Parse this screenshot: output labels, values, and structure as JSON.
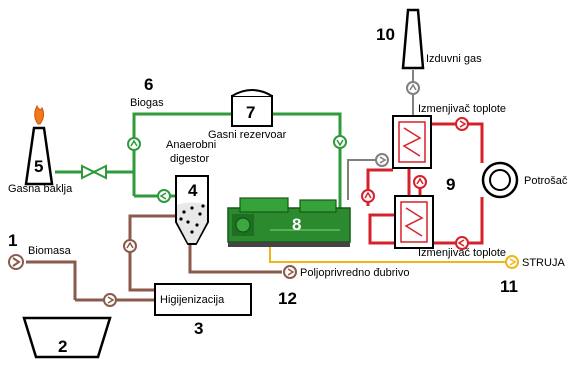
{
  "colors": {
    "biogas_line": "#2f9a3a",
    "heat_line": "#d7212a",
    "digestate_line": "#8a5a4b",
    "electricity_line": "#f2b417",
    "exhaust_line": "#808080",
    "generator_body": "#2c8a2e",
    "flame": "#f07a1a"
  },
  "icons": {
    "pump": "circle-with-chevron",
    "valve": "bowtie-valve",
    "flare": "flare-stack-with-flame",
    "chimney": "tall-chimney",
    "generator": "chp-engine",
    "heat_exchanger": "coil-heat-exchanger",
    "consumer": "double-circle"
  },
  "components": [
    {
      "id": "biomass",
      "number": "1",
      "label": "Biomasa"
    },
    {
      "id": "hopper",
      "number": "2",
      "label": ""
    },
    {
      "id": "hygienization",
      "number": "3",
      "label": "Higijenizacija"
    },
    {
      "id": "digester",
      "number": "4",
      "label": "Anaerobni digestor"
    },
    {
      "id": "flare",
      "number": "5",
      "label": "Gasna baklja"
    },
    {
      "id": "biogas",
      "number": "6",
      "label": "Biogas"
    },
    {
      "id": "gas_holder",
      "number": "7",
      "label": "Gasni rezervoar"
    },
    {
      "id": "chp",
      "number": "8",
      "label": ""
    },
    {
      "id": "heat_exchangers",
      "number": "9",
      "label": "Izmenjivač toplote"
    },
    {
      "id": "exhaust",
      "number": "10",
      "label": "Izduvni gas"
    },
    {
      "id": "electricity",
      "number": "11",
      "label": "STRUJA"
    },
    {
      "id": "fertilizer",
      "number": "12",
      "label": "Poljoprivredno đubrivo"
    }
  ],
  "labels": {
    "digester_line1": "Anaerobni",
    "digester_line2": "digestor",
    "heat_exchanger_lower": "Izmenjivač toplote",
    "consumer": "Potrošač"
  }
}
